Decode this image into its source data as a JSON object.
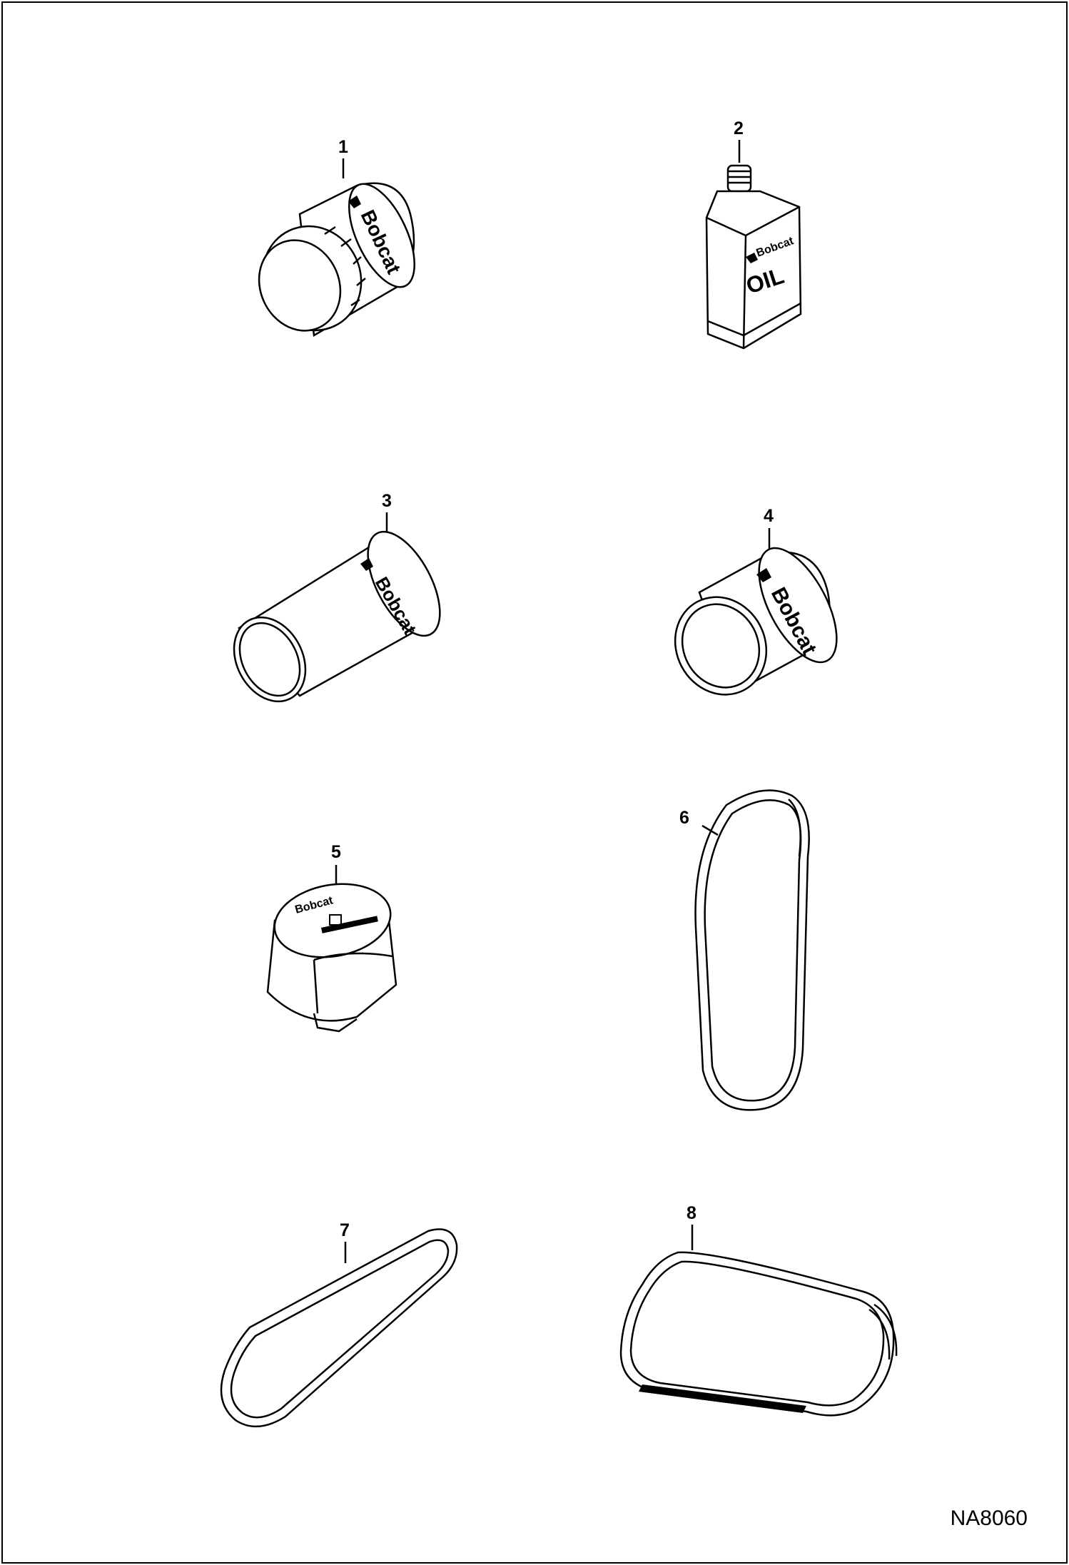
{
  "brand_text": "Bobcat",
  "oil_label": "OIL",
  "drawing_code": "NA8060",
  "callouts": [
    "1",
    "2",
    "3",
    "4",
    "5",
    "6",
    "7",
    "8"
  ],
  "items": [
    {
      "callout": "1",
      "icon": "oil-filter-icon"
    },
    {
      "callout": "2",
      "icon": "oil-bottle-icon"
    },
    {
      "callout": "3",
      "icon": "fuel-filter-icon"
    },
    {
      "callout": "4",
      "icon": "oil-filter-icon"
    },
    {
      "callout": "5",
      "icon": "breather-cap-icon"
    },
    {
      "callout": "6",
      "icon": "belt-icon"
    },
    {
      "callout": "7",
      "icon": "belt-icon"
    },
    {
      "callout": "8",
      "icon": "belt-icon"
    }
  ]
}
